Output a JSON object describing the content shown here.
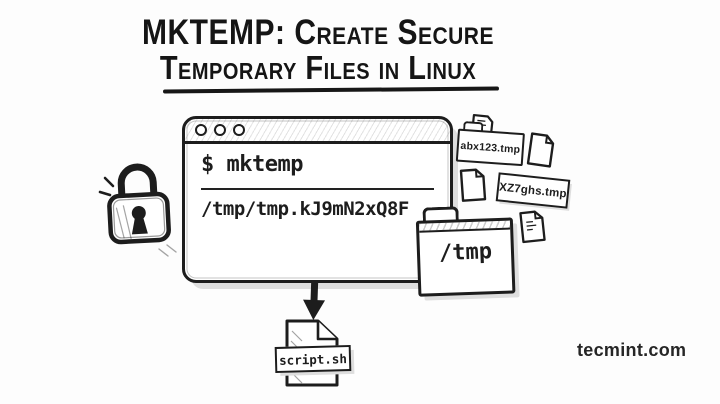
{
  "illustration": {
    "title_line1": "MKTEMP: Create Secure",
    "title_line2": "Temporary Files in Linux",
    "terminal": {
      "command": "$ mktemp",
      "output": "/tmp/tmp.kJ9mN2xQ8F"
    },
    "tmp_folder_label": "/tmp",
    "temp_file_labels": {
      "first": "abx123.tmp",
      "second": "XZ7ghs.tmp"
    },
    "script_label": "script.sh",
    "watermark": "tecmint.com"
  },
  "icons": {
    "lock": "lock-icon",
    "window_buttons": "window-button-icon",
    "folder": "folder-icon",
    "file": "file-icon",
    "arrow": "down-arrow-icon"
  },
  "colors": {
    "ink": "#1d1d1d",
    "background": "#fdfdfd"
  }
}
